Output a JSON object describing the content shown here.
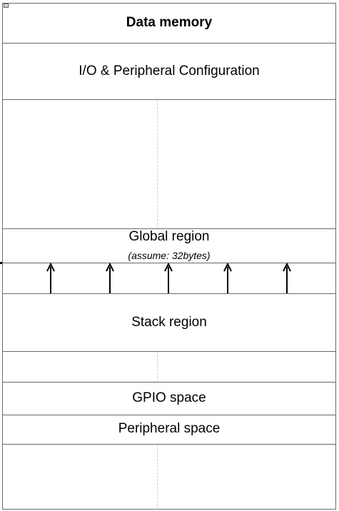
{
  "diagram": {
    "title": "Data memory",
    "sections": {
      "io_config": "I/O & Peripheral Configuration",
      "global": "Global region",
      "global_note": "(assume: 32bytes)",
      "stack": "Stack region",
      "gpio": "GPIO space",
      "peripheral": "Peripheral space"
    },
    "growth_arrow_count": 5,
    "colors": {
      "border": "#6a6a6a",
      "guide": "#cfcfcf",
      "arrow": "#000000"
    }
  }
}
